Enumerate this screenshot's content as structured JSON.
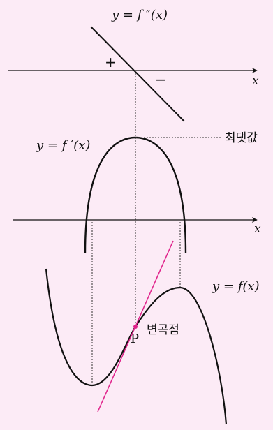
{
  "labels": {
    "second_derivative": "y = f ″(x)",
    "first_derivative": "y = f ′(x)",
    "function": "y = f(x)",
    "x_axis_top": "x",
    "x_axis_middle": "x",
    "plus_sign": "+",
    "minus_sign": "−",
    "maximum_value": "최댓값",
    "point_name": "P",
    "inflection_point": "변곡점"
  },
  "colors": {
    "background": "#fcebf6",
    "curve": "#111111",
    "tangent": "#e0218a",
    "guide": "#333333"
  }
}
